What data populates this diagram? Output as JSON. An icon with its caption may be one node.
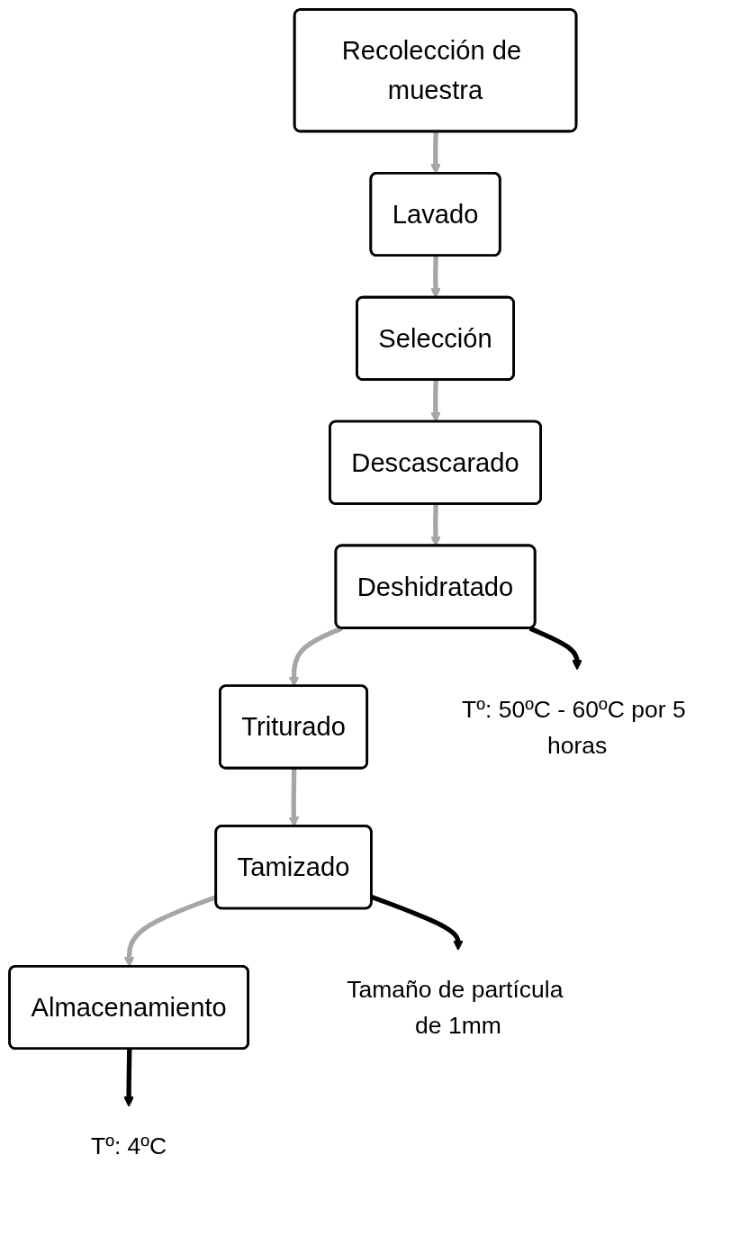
{
  "diagram": {
    "nodes": [
      {
        "text": [
          "Recolección de muestra"
        ]
      },
      {
        "text": [
          "Lavado"
        ]
      },
      {
        "text": [
          "Selección"
        ]
      },
      {
        "text": [
          "Descascarado"
        ]
      },
      {
        "text": [
          "Deshidratado"
        ]
      },
      {
        "text": [
          "Triturado"
        ]
      },
      {
        "text": [
          "Tamizado"
        ]
      },
      {
        "text": [
          "Almacenamiento"
        ]
      },
      {
        "text": [
          "Tº: 50ºC - 60ºC por 5 horas"
        ]
      },
      {
        "text": [
          "Tamaño de partícula de 1mm"
        ]
      },
      {
        "text": [
          "Tº: 4ºC"
        ]
      }
    ],
    "edges": [
      {
        "from": 0,
        "to": 1,
        "arrow": "to"
      },
      {
        "from": 1,
        "to": 2,
        "arrow": "to"
      },
      {
        "from": 2,
        "to": 3,
        "arrow": "to"
      },
      {
        "from": 3,
        "to": 4,
        "arrow": "to"
      },
      {
        "from": 4,
        "to": 5,
        "arrow": "to"
      },
      {
        "from": 5,
        "to": 6,
        "arrow": "to"
      },
      {
        "from": 6,
        "to": 7,
        "arrow": "to"
      },
      {
        "from": 4,
        "to": 8,
        "arrow": "to",
        "color": "#000000"
      },
      {
        "from": 6,
        "to": 9,
        "arrow": "to",
        "color": "#000000"
      },
      {
        "from": 7,
        "to": 10,
        "arrow": "to",
        "color": "#000000"
      }
    ]
  }
}
